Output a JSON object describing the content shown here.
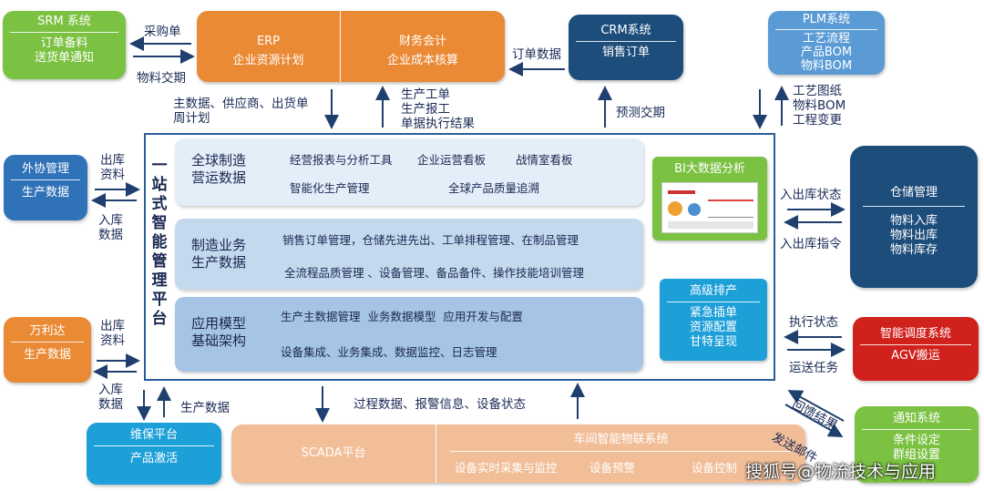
{
  "srm": {
    "title": "SRM 系统",
    "lines": [
      "订单备料",
      "送货单通知"
    ]
  },
  "erp": {
    "title": "ERP",
    "subtitle": "企业资源计划"
  },
  "finance": {
    "title": "财务会计",
    "subtitle": "企业成本核算"
  },
  "crm": {
    "title": "CRM系统",
    "subtitle": "销售订单"
  },
  "plm": {
    "title": "PLM系统",
    "lines": [
      "工艺流程",
      "产品BOM",
      "物料BOM"
    ]
  },
  "outsource": {
    "title": "外协管理",
    "subtitle": "生产数据"
  },
  "wanlida": {
    "title": "万利达",
    "subtitle": "生产数据"
  },
  "warehouse": {
    "title": "仓储管理",
    "lines": [
      "物料入库",
      "物料出库",
      "物料库存"
    ]
  },
  "scheduling": {
    "title": "智能调度系统",
    "subtitle": "AGV搬运"
  },
  "notify": {
    "title": "通知系统",
    "lines": [
      "条件设定",
      "群组设置"
    ]
  },
  "maintenance": {
    "title": "维保平台",
    "subtitle": "产品激活"
  },
  "scada": {
    "title": "SCADA平台"
  },
  "iot": {
    "title": "车间智能物联系统",
    "items": [
      "设备实时采集与监控",
      "设备预警",
      "设备控制"
    ]
  },
  "platform": {
    "vertical_title": "一站式智能管理平台",
    "rows": [
      {
        "title": "全球制造\n营运数据",
        "items": [
          "经营报表与分析工具",
          "企业运营看板",
          "战情室看板",
          "智能化生产管理",
          "全球产品质量追溯"
        ]
      },
      {
        "title": "制造业务\n生产数据",
        "items": [
          "销售订单管理，仓储先进先出、工单排程管理、在制品管理",
          "全流程品质管理 、设备管理、备品备件、操作技能培训管理"
        ]
      },
      {
        "title": "应用模型\n基础架构",
        "items": [
          "生产主数据管理  业务数据模型  应用开发与配置",
          "设备集成、业务集成、数据监控、日志管理"
        ]
      }
    ],
    "bi": {
      "title": "BI大数据分析"
    },
    "aps": {
      "title": "高级排产",
      "lines": [
        "紧急插单",
        "资源配置",
        "甘特呈现"
      ]
    }
  },
  "labels": {
    "purchase_order": "采购单",
    "material_delivery": "物料交期",
    "order_data": "订单数据",
    "master_data": "主数据、供应商、出货单\n周计划",
    "work_order": "生产工单\n生产报工\n单据执行结果",
    "forecast": "预测交期",
    "plm_data": "工艺图纸\n物料BOM\n工程变更",
    "out_data_1": "出库\n资料",
    "in_data_1": "入库\n数据",
    "out_data_2": "出库\n资料",
    "in_data_2": "入库\n数据",
    "in_out_status": "入出库状态",
    "in_out_cmd": "入出库指令",
    "exec_status": "执行状态",
    "transport_task": "运送任务",
    "feedback": "回馈结果",
    "send_mail": "发送邮件",
    "production_data": "生产数据",
    "process_data": "过程数据、报警信息、设备状态"
  },
  "watermark": "搜狐号@物流技术与应用",
  "colors": {
    "green": "#7bc142",
    "orange": "#ea8a35",
    "navy": "#1d4d7b",
    "light_blue": "#5b9bd5",
    "blue": "#2f72b8",
    "red": "#d0211c",
    "peach": "#f2be98"
  }
}
